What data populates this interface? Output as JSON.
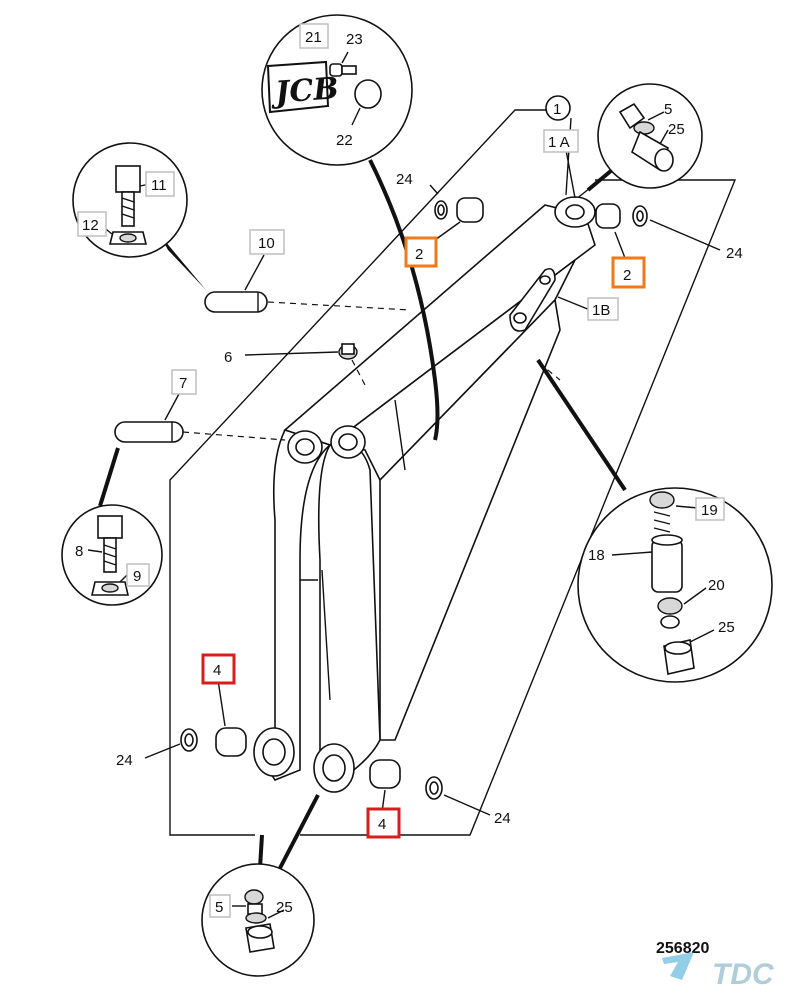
{
  "labels": {
    "l1": "1",
    "l1a": "1 A",
    "l1b": "1B",
    "l2a": "2",
    "l2b": "2",
    "l4a": "4",
    "l4b": "4",
    "l5a": "5",
    "l5b": "5",
    "l6": "6",
    "l7": "7",
    "l8": "8",
    "l9": "9",
    "l10": "10",
    "l11": "11",
    "l12": "12",
    "l18": "18",
    "l19": "19",
    "l20": "20",
    "l21": "21",
    "l22": "22",
    "l23": "23",
    "l24a": "24",
    "l24b": "24",
    "l24c": "24",
    "l24d": "24",
    "l25a": "25",
    "l25b": "25",
    "l25c": "25"
  },
  "logo_text": "JCB",
  "drawing_number": "256820",
  "watermark": "TDC",
  "colors": {
    "highlight_red": "#d91c1c",
    "highlight_orange": "#f07a1a",
    "watermark_blue": "#3aa6d6"
  }
}
